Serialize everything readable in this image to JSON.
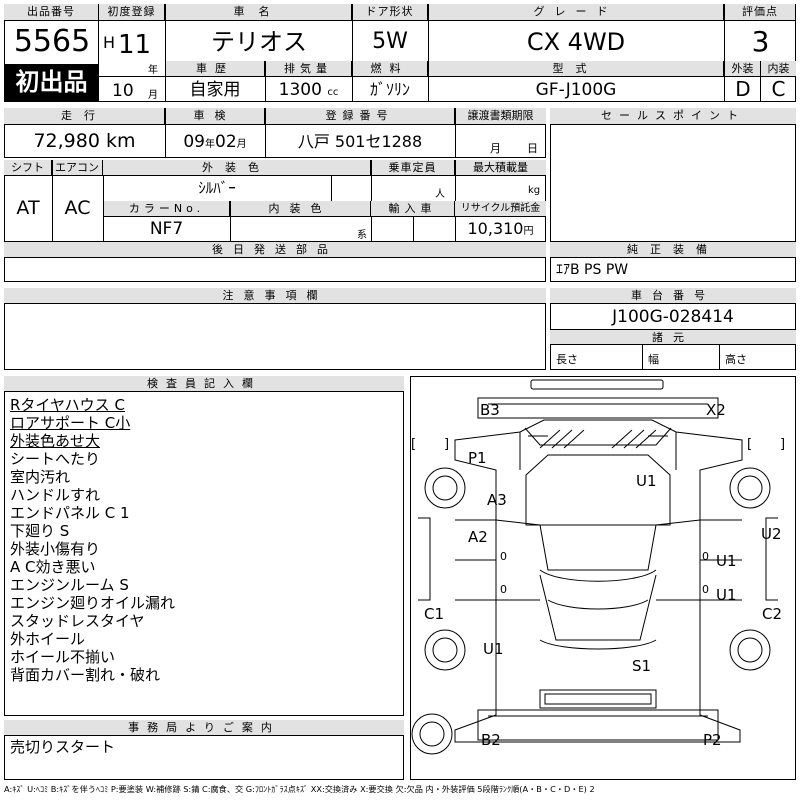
{
  "header": {
    "lot_no_label": "出品番号",
    "lot_no": "5565",
    "first_listing": "初出品",
    "first_reg_label": "初度登録",
    "era": "H",
    "year": "11",
    "year_unit": "年",
    "month": "10",
    "month_unit": "月",
    "car_name_label": "車名",
    "car_name": "テリオス",
    "door_label": "ドア形状",
    "door": "5W",
    "grade_label": "グレード",
    "grade": "CX 4WD",
    "score_label": "評価点",
    "score": "3",
    "history_label": "車歴",
    "history": "自家用",
    "displacement_label": "排気量",
    "displacement": "1300",
    "displacement_unit": "cc",
    "fuel_label": "燃料",
    "fuel": "ｶﾞｿﾘﾝ",
    "model_label": "型式",
    "model": "GF-J100G",
    "exterior_label": "外装",
    "interior_label": "内装",
    "exterior_grade": "D",
    "interior_grade": "C"
  },
  "row2": {
    "mileage_label": "走行",
    "mileage": "72,980",
    "mileage_unit": "km",
    "inspection_label": "車検",
    "insp_year": "09",
    "insp_year_unit": "年",
    "insp_month": "02",
    "insp_month_unit": "月",
    "reg_no_label": "登録番号",
    "reg_no": "八戸 501セ1288",
    "transfer_label": "譲渡書類期限",
    "transfer_month_unit": "月",
    "transfer_day_unit": "日",
    "sales_point_label": "セールスポイント"
  },
  "row3": {
    "shift_label": "シフト",
    "shift": "AT",
    "ac_label": "エアコン",
    "ac": "AC",
    "ext_color_label": "外装色",
    "ext_color": "ｼﾙﾊﾞｰ",
    "capacity_label": "乗車定員",
    "capacity_unit": "人",
    "load_label": "最大積載量",
    "load_unit": "kg",
    "color_no_label": "カラーNo.",
    "color_no": "NF7",
    "int_color_label": "内装色",
    "int_color_unit": "系",
    "import_label": "輸入車",
    "recycle_label": "リサイクル預託金",
    "recycle": "10,310",
    "recycle_unit": "円",
    "later_parts_label": "後日発送部品",
    "genuine_label": "純正装備",
    "genuine": "ｴｱB PS PW"
  },
  "notes_section": {
    "caution_label": "注意事項欄",
    "chassis_label": "車台番号",
    "chassis": "J100G-028414",
    "dims_label": "諸元",
    "length_label": "長さ",
    "width_label": "幅",
    "height_label": "高さ"
  },
  "inspector": {
    "label": "検査員記入欄",
    "lines": [
      "Rタイヤハウス C",
      "ロアサポート C小",
      "外装色あせ大",
      "シートへたり",
      "室内汚れ",
      "ハンドルすれ",
      "エンドパネル C 1",
      "下廻り S",
      "外装小傷有り",
      "A C効き悪い",
      "エンジンルーム S",
      "エンジン廻りオイル漏れ",
      "スタッドレスタイヤ",
      "外ホイール",
      "ホイール不揃い",
      "背面カバー割れ・破れ"
    ]
  },
  "office": {
    "label": "事務局よりご案内",
    "text": "売切りスタート"
  },
  "diagram": {
    "codes": {
      "b3": "B3",
      "x2": "X2",
      "p1": "P1",
      "u1_hood": "U1",
      "a3": "A3",
      "a2": "A2",
      "u2": "U2",
      "u1_rd1": "U1",
      "u1_rd2": "U1",
      "c1": "C1",
      "c2": "C2",
      "u1_ll": "U1",
      "s1": "S1",
      "b2": "B2",
      "p2": "P2"
    },
    "bracket_open": "[",
    "bracket_close": "]",
    "tire_zero": "0"
  },
  "legend": "A:ｷｽﾞ U:ﾍｺﾐ B:ｷｽﾞを伴うﾍｺﾐ P:要塗装 W:補修跡 S:錆 C:腐食、交 G:ﾌﾛﾝﾄｶﾞﾗｽ点ｷｽﾞ XX:交換済み X:要交換 欠:欠品 内・外装評価 5段階ﾗﾝｸ順(A・B・C・D・E) 2"
}
